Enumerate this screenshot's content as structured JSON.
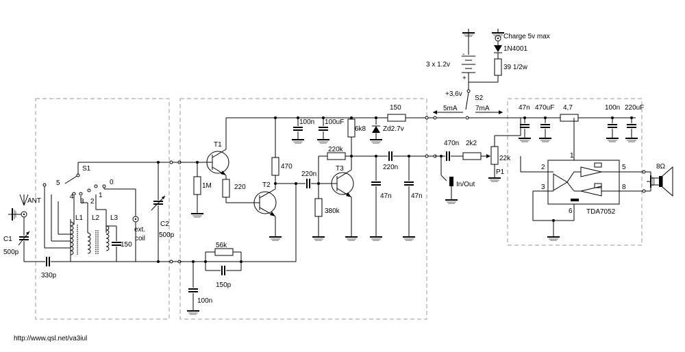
{
  "labels": {
    "ant": "ANT",
    "c1": "C1",
    "c1_val": "500p",
    "c330p": "330p",
    "s1": "S1",
    "pos5": "5",
    "pos4": "4",
    "pos3": "3",
    "pos2": "2",
    "pos1": "1",
    "pos0": "0",
    "l1": "L1",
    "l2": "L2",
    "l3": "L3",
    "c150": "150",
    "ext": "ext.",
    "coil": "coil",
    "c2": "C2",
    "c2_val": "500p",
    "t1": "T1",
    "r1m": "1M",
    "r220a": "220",
    "r470": "470",
    "t2": "T2",
    "c220n_a": "220n",
    "r380k": "380k",
    "r220k": "220k",
    "t3": "T3",
    "r56k": "56k",
    "c150p": "150p",
    "c100n_bot": "100n",
    "c100n_top": "100n",
    "c100uf": "100uF",
    "r6k8": "6k8",
    "zd": "Zd2.7v",
    "r150": "150",
    "c220n_b": "220n",
    "c47n_a": "47n",
    "c47n_b": "47n",
    "c470n": "470n",
    "r2k2": "2k2",
    "p1_val": "22k",
    "p1": "P1",
    "inout": "In/Out",
    "i5ma": "5mA",
    "i7ma": "7mA",
    "s2": "S2",
    "v36": "+3,6v",
    "batt": "3 x 1.2v",
    "minus": "-",
    "plus": "+",
    "charge": "Charge 5v max",
    "d1": "1N4001",
    "r39": "39 1/2w",
    "c47n_amp": "47n",
    "c470uf": "470uF",
    "r47": "4,7",
    "c100n_amp": "100n",
    "c220uf": "220uF",
    "ic": "TDA7052",
    "pin1": "1",
    "pin2": "2",
    "pin3": "3",
    "pin5": "5",
    "pin6": "6",
    "pin8": "8",
    "spk": "8Ω",
    "url": "http://www.qsl.net/va3iul"
  }
}
